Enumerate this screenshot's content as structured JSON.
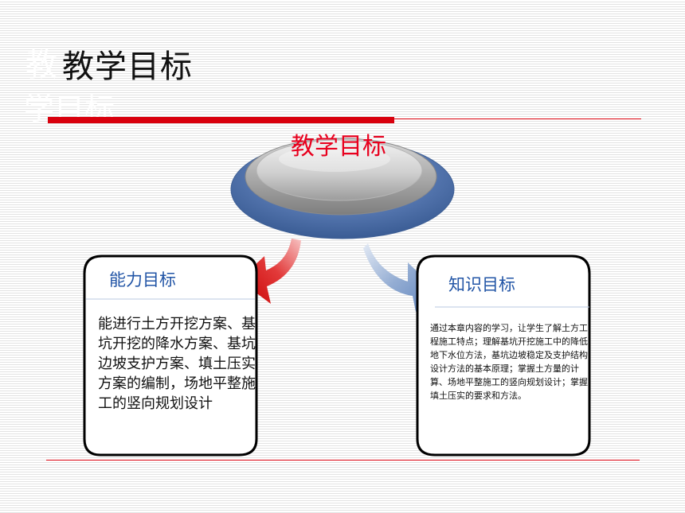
{
  "slide": {
    "title": "教学目标",
    "ghost_title": "教",
    "ghost_subtitle": "学目标"
  },
  "diagram": {
    "center_label": "教学目标",
    "left_box": {
      "title": "能力目标",
      "text": "能进行土方开挖方案、基坑开挖的降水方案、基坑边坡支护方案、填土压实方案的编制，场地平整施工的竖向规划设计"
    },
    "right_box": {
      "title": "知识目标",
      "text": "通过本章内容的学习，让学生了解土方工程施工特点；理解基坑开挖施工中的降低地下水位方法，基坑边坡稳定及支护结构设计方法的基本原理；掌握土方量的计算、场地平整施工的竖向规划设计；掌握填土压实的要求和方法。"
    },
    "colors": {
      "accent_red": "#d9000d",
      "label_red": "#e8001e",
      "label_blue": "#2255a6",
      "disc_blue": "#4f74ad",
      "arrow_blue": "#7f9ec9"
    }
  }
}
